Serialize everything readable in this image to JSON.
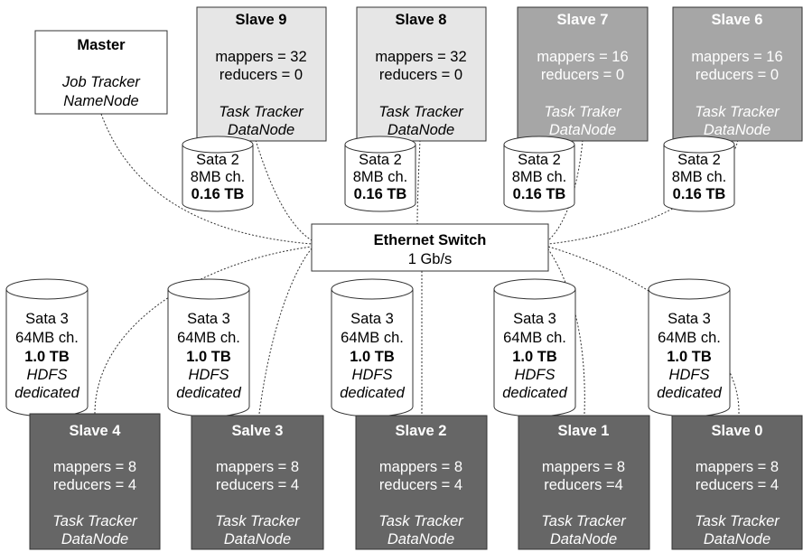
{
  "colors": {
    "master_fill": "#ffffff",
    "light_slave_fill": "#e6e6e6",
    "mid_slave_fill": "#a6a6a6",
    "dark_slave_fill": "#666666",
    "stroke": "#333333",
    "dark_text": "#000000",
    "light_text": "#ffffff"
  },
  "master": {
    "title": "Master",
    "line1": "Job Tracker",
    "line2": "NameNode"
  },
  "switch": {
    "title": "Ethernet Switch",
    "speed": "1 Gb/s"
  },
  "top_slaves": [
    {
      "title": "Slave 9",
      "mappers": "mappers = 32",
      "reducers": "reducers = 0",
      "role1": "Task Tracker",
      "role2": "DataNode",
      "disk": {
        "l1": "Sata 2",
        "l2": "8MB ch.",
        "l3": "0.16 TB"
      }
    },
    {
      "title": "Slave 8",
      "mappers": "mappers = 32",
      "reducers": "reducers = 0",
      "role1": "Task Tracker",
      "role2": "DataNode",
      "disk": {
        "l1": "Sata 2",
        "l2": "8MB ch.",
        "l3": "0.16 TB"
      }
    },
    {
      "title": "Slave 7",
      "mappers": "mappers = 16",
      "reducers": "reducers = 0",
      "role1": "Task Traker",
      "role2": "DataNode",
      "disk": {
        "l1": "Sata 2",
        "l2": "8MB ch.",
        "l3": "0.16 TB"
      }
    },
    {
      "title": "Slave 6",
      "mappers": "mappers = 16",
      "reducers": "reducers = 0",
      "role1": "Task Tracker",
      "role2": "DataNode",
      "disk": {
        "l1": "Sata 2",
        "l2": "8MB ch.",
        "l3": "0.16 TB"
      }
    }
  ],
  "bottom_slaves": [
    {
      "title": "Slave 4",
      "mappers": "mappers = 8",
      "reducers": "reducers = 4",
      "role1": "Task Tracker",
      "role2": "DataNode",
      "disk": {
        "l1": "Sata 3",
        "l2": "64MB ch.",
        "l3": "1.0 TB",
        "l4": "HDFS",
        "l5": "dedicated"
      }
    },
    {
      "title": "Salve 3",
      "mappers": "mappers = 8",
      "reducers": "reducers = 4",
      "role1": "Task Tracker",
      "role2": "DataNode",
      "disk": {
        "l1": "Sata 3",
        "l2": "64MB ch.",
        "l3": "1.0 TB",
        "l4": "HDFS",
        "l5": "dedicated"
      }
    },
    {
      "title": "Slave 2",
      "mappers": "mappers = 8",
      "reducers": "reducers = 4",
      "role1": "Task Tracker",
      "role2": "DataNode",
      "disk": {
        "l1": "Sata 3",
        "l2": "64MB ch.",
        "l3": "1.0 TB",
        "l4": "HDFS",
        "l5": "dedicated"
      }
    },
    {
      "title": "Slave 1",
      "mappers": "mappers = 8",
      "reducers": "reducers =4",
      "role1": "Task Tracker",
      "role2": "DataNode",
      "disk": {
        "l1": "Sata 3",
        "l2": "64MB ch.",
        "l3": "1.0 TB",
        "l4": "HDFS",
        "l5": "dedicated"
      }
    },
    {
      "title": "Slave 0",
      "mappers": "mappers = 8",
      "reducers": "reducers = 4",
      "role1": "Task Tracker",
      "role2": "DataNode",
      "disk": {
        "l1": "Sata 3",
        "l2": "64MB ch.",
        "l3": "1.0 TB",
        "l4": "HDFS",
        "l5": "dedicated"
      }
    }
  ]
}
